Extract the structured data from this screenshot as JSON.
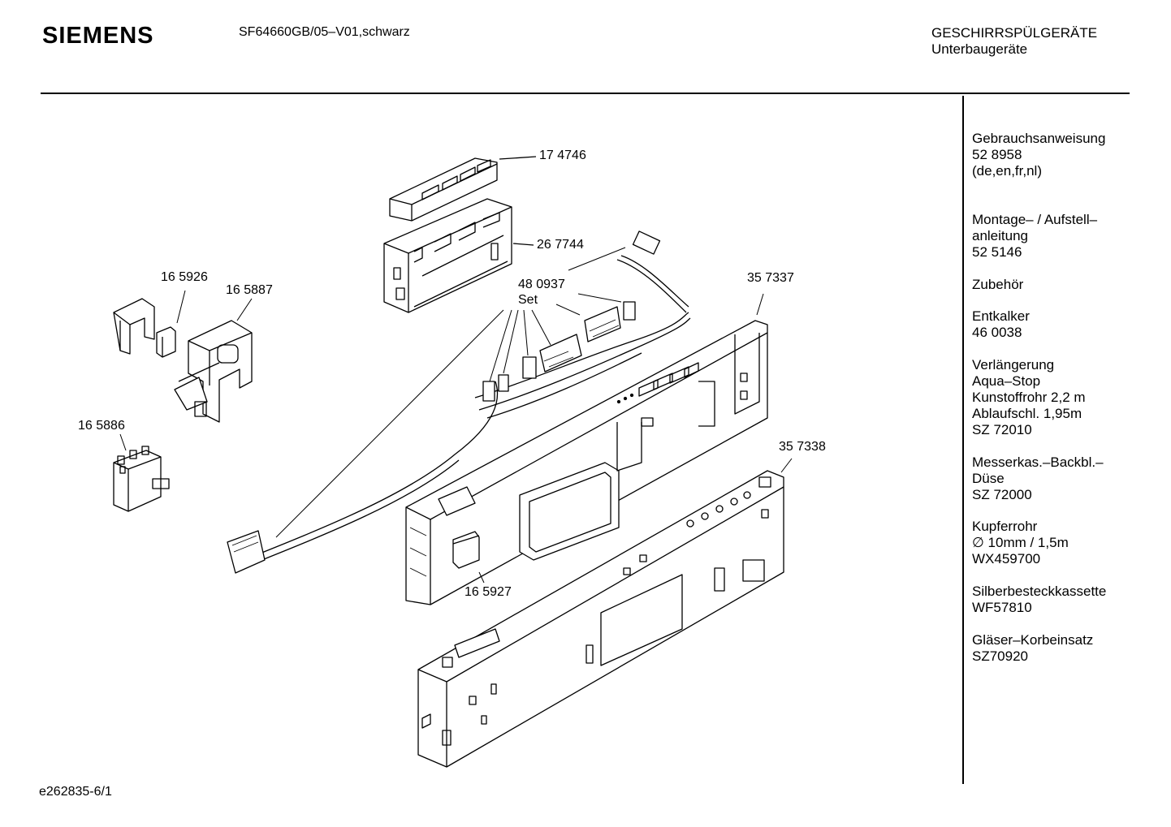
{
  "header": {
    "brand": "SIEMENS",
    "model": "SF64660GB/05–V01,schwarz",
    "category_line1": "GESCHIRRSPÜLGERÄTE",
    "category_line2": "Unterbaugeräte"
  },
  "accessories": [
    {
      "lines": [
        "Gebrauchsanweisung",
        "52 8958",
        "(de,en,fr,nl)"
      ]
    },
    {
      "lines": [
        "Montage– / Aufstell–",
        "anleitung",
        "52 5146"
      ]
    },
    {
      "lines": [
        "Zubehör"
      ]
    },
    {
      "lines": [
        "Entkalker",
        "46 0038"
      ]
    },
    {
      "lines": [
        "Verlängerung",
        "Aqua–Stop",
        "Kunstoffrohr 2,2 m",
        "Ablaufschl. 1,95m",
        "SZ 72010"
      ]
    },
    {
      "lines": [
        "Messerkas.–Backbl.–",
        "Düse",
        "SZ 72000"
      ]
    },
    {
      "lines": [
        "Kupferrohr",
        "∅ 10mm / 1,5m",
        "WX459700"
      ]
    },
    {
      "lines": [
        "Silberbesteckkassette",
        "WF57810"
      ]
    },
    {
      "lines": [
        "Gläser–Korbeinsatz",
        "SZ70920"
      ]
    }
  ],
  "parts": {
    "p174746": "17 4746",
    "p267744": "26 7744",
    "p480937": "48 0937",
    "p480937_set": "Set",
    "p357337": "35 7337",
    "p165926": "16 5926",
    "p165887": "16 5887",
    "p165886": "16 5886",
    "p357338": "35 7338",
    "p165927": "16 5927"
  },
  "footer": {
    "code": "e262835-6/1"
  },
  "colors": {
    "line": "#000000",
    "shade": "#cccccc",
    "background": "#ffffff"
  }
}
